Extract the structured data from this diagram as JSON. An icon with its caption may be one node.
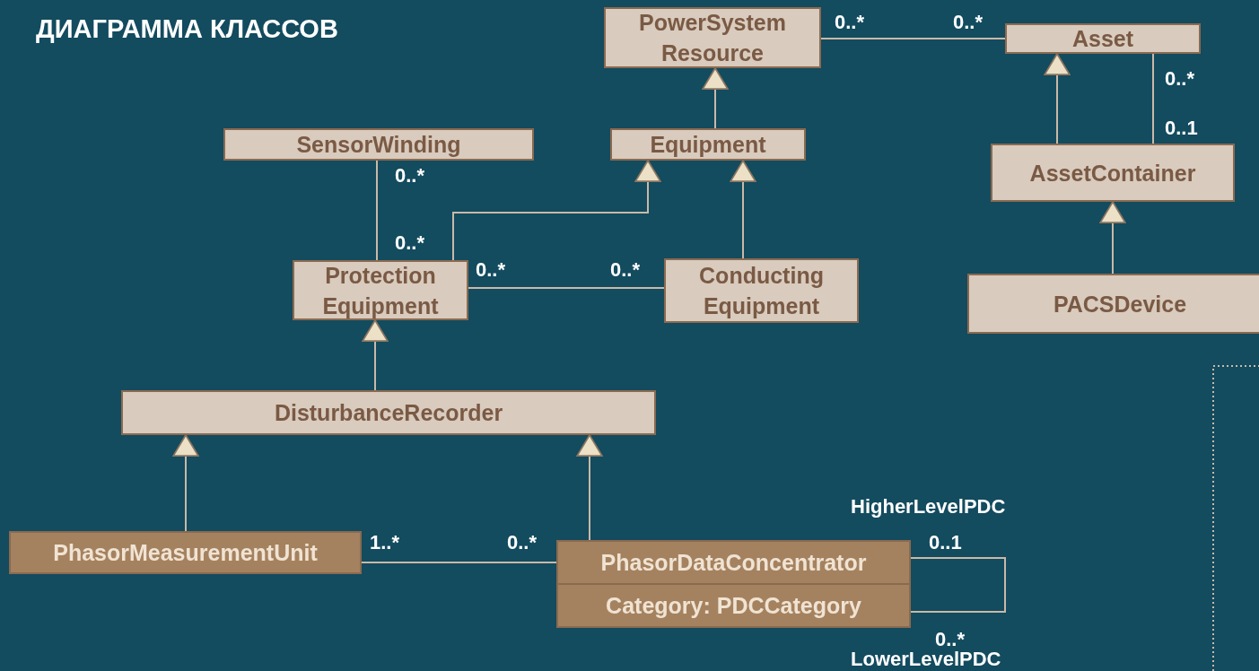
{
  "diagram": {
    "title": "ДИАГРАММА КЛАССОВ",
    "nodes": [
      {
        "text": [
          "PowerSystem Resource"
        ]
      },
      {
        "text": [
          "Asset"
        ]
      },
      {
        "text": [
          "SensorWinding"
        ]
      },
      {
        "text": [
          "Equipment"
        ]
      },
      {
        "text": [
          "AssetContainer"
        ]
      },
      {
        "text": [
          "Protection Equipment"
        ]
      },
      {
        "text": [
          "Conducting Equipment"
        ]
      },
      {
        "text": [
          "PACSDevice"
        ]
      },
      {
        "text": [
          "DisturbanceRecorder"
        ]
      },
      {
        "text": [
          "PhasorMeasurementUnit"
        ]
      },
      {
        "text": [
          "PhasorDataConcentrator",
          "Category: PDCCategory"
        ]
      }
    ],
    "edges": [
      {
        "from": 1,
        "to": 0,
        "arrow": "none"
      },
      {
        "from": 3,
        "to": 0,
        "arrow": "to"
      },
      {
        "from": 4,
        "to": 1,
        "arrow": "to"
      },
      {
        "from": 4,
        "to": 1,
        "arrow": "none"
      },
      {
        "from": 2,
        "to": 5,
        "arrow": "none"
      },
      {
        "from": 5,
        "to": 3,
        "arrow": "to"
      },
      {
        "from": 6,
        "to": 3,
        "arrow": "to"
      },
      {
        "from": 5,
        "to": 6,
        "arrow": "none"
      },
      {
        "from": 7,
        "to": 4,
        "arrow": "to"
      },
      {
        "from": 8,
        "to": 5,
        "arrow": "to"
      },
      {
        "from": 9,
        "to": 8,
        "arrow": "to"
      },
      {
        "from": 10,
        "to": 8,
        "arrow": "to"
      },
      {
        "from": 9,
        "to": 10,
        "arrow": "none"
      },
      {
        "from": 10,
        "to": 10,
        "arrow": "none"
      }
    ],
    "labels": [
      "0..*",
      "0..*",
      "0..*",
      "0..1",
      "0..*",
      "0..*",
      "0..*",
      "0..*",
      "HigherLevelPDC",
      "1..*",
      "0..*",
      "0..1",
      "0..*",
      "LowerLevelPDC"
    ]
  }
}
